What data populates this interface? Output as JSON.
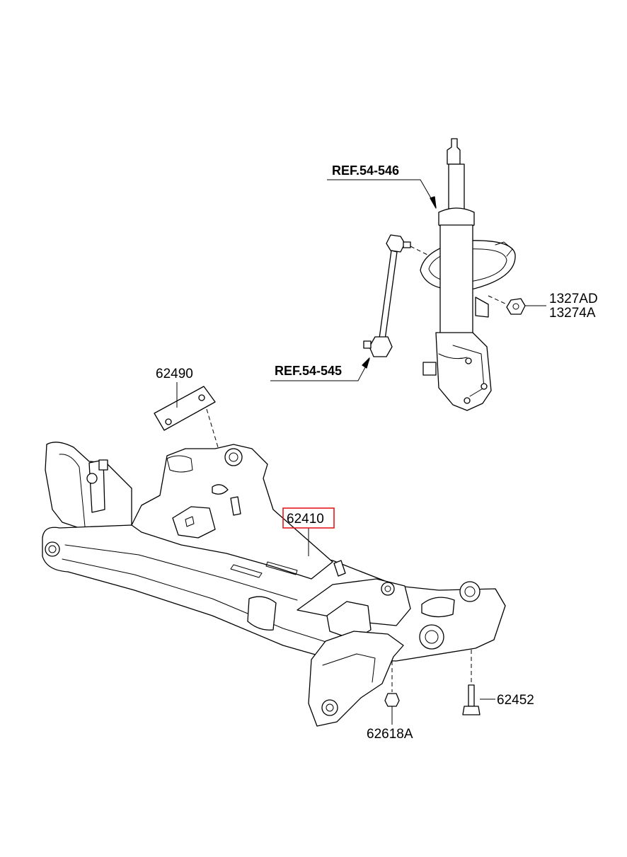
{
  "labels": {
    "ref_strut": "REF.54-546",
    "ref_link": "REF.54-545",
    "nut_a": "1327AD",
    "nut_b": "13274A",
    "bracket": "62490",
    "subframe": "62410",
    "bolt": "62452",
    "nut_small": "62618A"
  },
  "highlight_color": "#e8181e"
}
